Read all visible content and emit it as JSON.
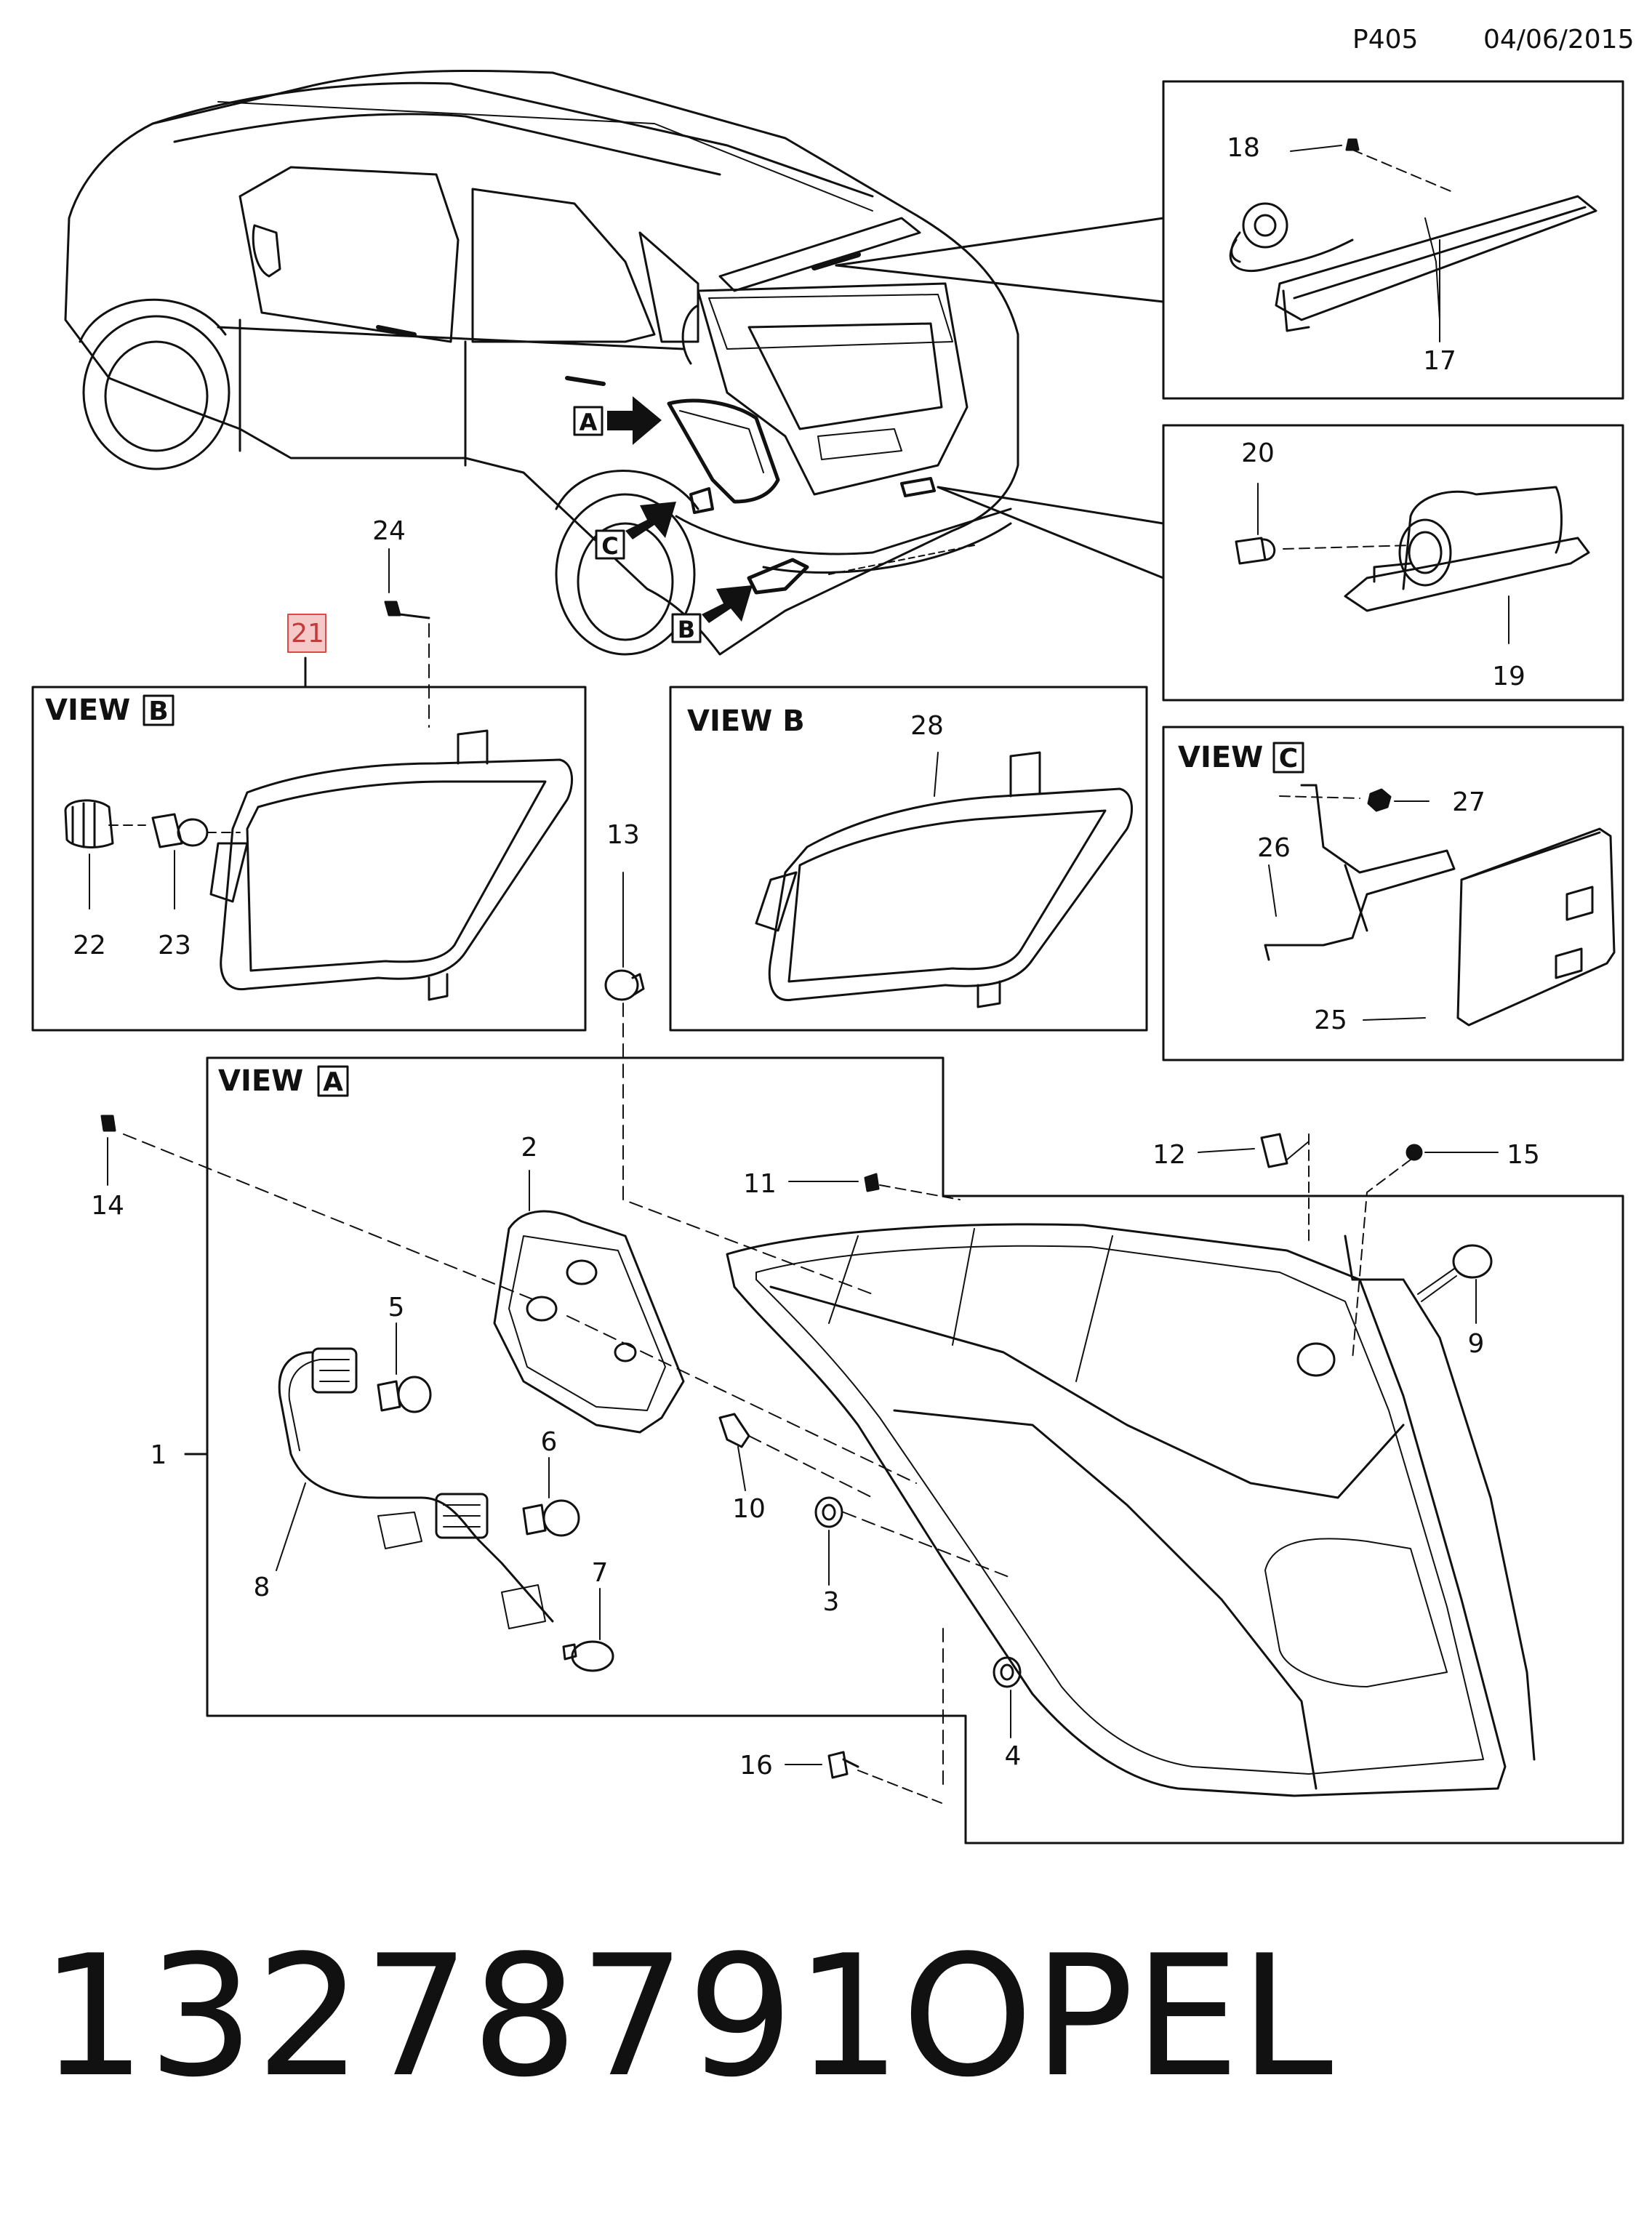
{
  "header": {
    "page_code": "P405",
    "date": "04/06/2015"
  },
  "footer": {
    "part_number": "13278791",
    "brand": "OPEL"
  },
  "views": {
    "view_b_left": "VIEW",
    "view_b_left_letter": "B",
    "view_b_right": "VIEW B",
    "view_c": "VIEW",
    "view_c_letter": "C",
    "view_a": "VIEW",
    "view_a_letter": "A"
  },
  "arrows": {
    "a": "A",
    "b": "B",
    "c": "C"
  },
  "callouts": {
    "c1": "1",
    "c2": "2",
    "c3": "3",
    "c4": "4",
    "c5": "5",
    "c6": "6",
    "c7": "7",
    "c8": "8",
    "c9": "9",
    "c10": "10",
    "c11": "11",
    "c12": "12",
    "c13": "13",
    "c14": "14",
    "c15": "15",
    "c16": "16",
    "c17": "17",
    "c18": "18",
    "c19": "19",
    "c20": "20",
    "c21": "21",
    "c22": "22",
    "c23": "23",
    "c24": "24",
    "c25": "25",
    "c26": "26",
    "c27": "27",
    "c28": "28"
  }
}
